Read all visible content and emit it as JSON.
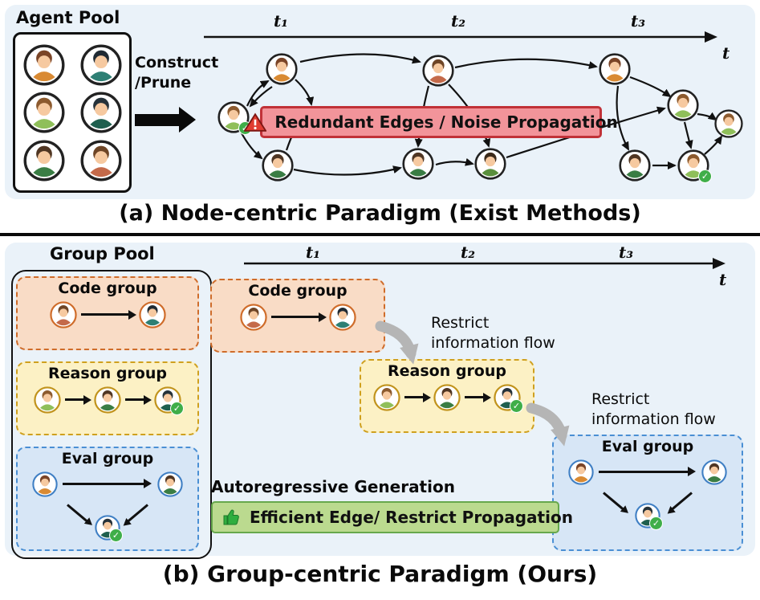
{
  "icons": {
    "warning": "warning-triangle",
    "thumbs_up": "thumbs-up",
    "check": "✓"
  },
  "colors": {
    "panel_bg": "#eaf2f9",
    "warning_bg": "#f2949a",
    "warning_border": "#c13238",
    "green_bg": "#bbda8f",
    "green_border": "#67a84d",
    "code_bg": "#f9dcc6",
    "code_border": "#cf6c2a",
    "reason_bg": "#fcf1c5",
    "reason_border": "#cfa01e",
    "eval_bg": "#d7e6f6",
    "eval_border": "#4a8fd4",
    "gray_arrow": "#b5b5b5"
  },
  "section_a": {
    "agent_pool_label": "Agent Pool",
    "construct_line1": "Construct",
    "construct_line2": "/Prune",
    "timeline": {
      "t1": "t₁",
      "t2": "t₂",
      "t3": "t₃",
      "t_end": "t"
    },
    "warning_text": "Redundant Edges / Noise Propagation",
    "caption": "(a) Node-centric Paradigm (Exist Methods)"
  },
  "section_b": {
    "group_pool_label": "Group Pool",
    "timeline": {
      "t1": "t₁",
      "t2": "t₂",
      "t3": "t₃",
      "t_end": "t"
    },
    "groups": {
      "code": "Code group",
      "reason": "Reason group",
      "eval": "Eval group"
    },
    "restrict_flow_1_line1": "Restrict",
    "restrict_flow_1_line2": "information flow",
    "restrict_flow_2_line1": "Restrict",
    "restrict_flow_2_line2": "information flow",
    "autoregressive_label": "Autoregressive Generation",
    "green_text": "Efficient Edge/ Restrict Propagation",
    "caption": "(b) Group-centric Paradigm (Ours)"
  }
}
